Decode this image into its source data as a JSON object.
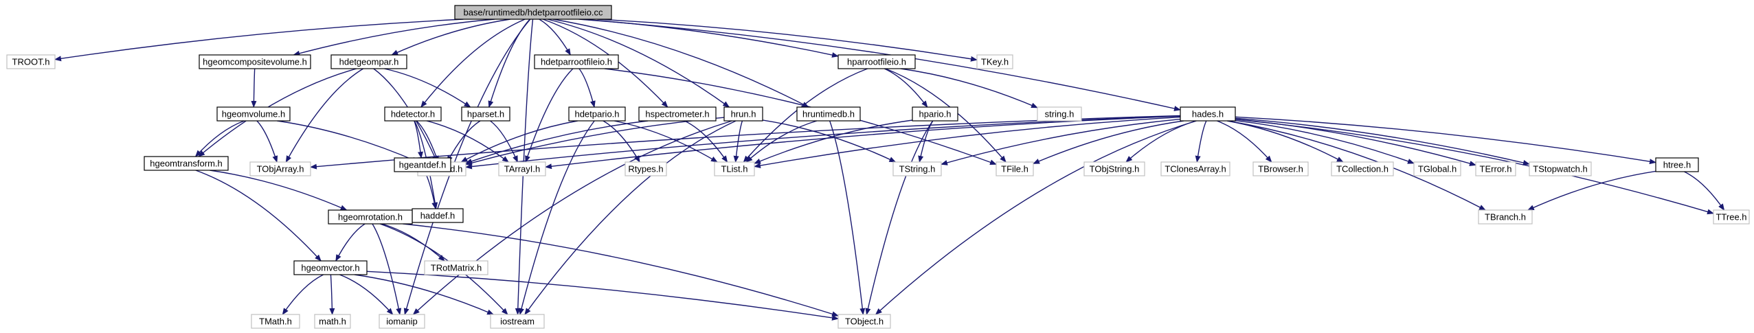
{
  "colors": {
    "edge": "#191970",
    "documented_border": "#000000",
    "external_border": "#c0c0c0",
    "root_fill": "#bfbfbf",
    "background": "#ffffff"
  },
  "nodes": [
    {
      "id": "root",
      "label": "base/runtimedb/hdetparrootfileio.cc",
      "kind": "root"
    },
    {
      "id": "TROOT",
      "label": "TROOT.h",
      "kind": "external"
    },
    {
      "id": "hgeomcomposite",
      "label": "hgeomcompositevolume.h",
      "kind": "documented"
    },
    {
      "id": "hdetgeompar",
      "label": "hdetgeompar.h",
      "kind": "documented"
    },
    {
      "id": "hdetparrootfileio",
      "label": "hdetparrootfileio.h",
      "kind": "documented"
    },
    {
      "id": "hparrootfileio",
      "label": "hparrootfileio.h",
      "kind": "documented"
    },
    {
      "id": "TKey",
      "label": "TKey.h",
      "kind": "external"
    },
    {
      "id": "hgeomvolume",
      "label": "hgeomvolume.h",
      "kind": "documented"
    },
    {
      "id": "hdetector",
      "label": "hdetector.h",
      "kind": "documented"
    },
    {
      "id": "hparset",
      "label": "hparset.h",
      "kind": "documented"
    },
    {
      "id": "hdetpario",
      "label": "hdetpario.h",
      "kind": "documented"
    },
    {
      "id": "hspectrometer",
      "label": "hspectrometer.h",
      "kind": "documented"
    },
    {
      "id": "hrun",
      "label": "hrun.h",
      "kind": "documented"
    },
    {
      "id": "hruntimedb",
      "label": "hruntimedb.h",
      "kind": "documented"
    },
    {
      "id": "hpario",
      "label": "hpario.h",
      "kind": "documented"
    },
    {
      "id": "string",
      "label": "string.h",
      "kind": "external"
    },
    {
      "id": "hades",
      "label": "hades.h",
      "kind": "documented"
    },
    {
      "id": "hgeomtransform",
      "label": "hgeomtransform.h",
      "kind": "documented"
    },
    {
      "id": "TObjArray",
      "label": "TObjArray.h",
      "kind": "external"
    },
    {
      "id": "TNamed",
      "label": "TNamed.h",
      "kind": "external"
    },
    {
      "id": "hgeantdef",
      "label": "hgeantdef.h",
      "kind": "documented"
    },
    {
      "id": "TArrayI",
      "label": "TArrayI.h",
      "kind": "external"
    },
    {
      "id": "Rtypes",
      "label": "Rtypes.h",
      "kind": "external"
    },
    {
      "id": "TList",
      "label": "TList.h",
      "kind": "external"
    },
    {
      "id": "TString",
      "label": "TString.h",
      "kind": "external"
    },
    {
      "id": "TFile",
      "label": "TFile.h",
      "kind": "external"
    },
    {
      "id": "TObjString",
      "label": "TObjString.h",
      "kind": "external"
    },
    {
      "id": "TClonesArray",
      "label": "TClonesArray.h",
      "kind": "external"
    },
    {
      "id": "TBrowser",
      "label": "TBrowser.h",
      "kind": "external"
    },
    {
      "id": "TCollection",
      "label": "TCollection.h",
      "kind": "external"
    },
    {
      "id": "TGlobal",
      "label": "TGlobal.h",
      "kind": "external"
    },
    {
      "id": "TError",
      "label": "TError.h",
      "kind": "external"
    },
    {
      "id": "TStopwatch",
      "label": "TStopwatch.h",
      "kind": "external"
    },
    {
      "id": "htree",
      "label": "htree.h",
      "kind": "documented"
    },
    {
      "id": "haddef",
      "label": "haddef.h",
      "kind": "documented"
    },
    {
      "id": "hgeomrotation",
      "label": "hgeomrotation.h",
      "kind": "documented"
    },
    {
      "id": "TBranch",
      "label": "TBranch.h",
      "kind": "external"
    },
    {
      "id": "TTree",
      "label": "TTree.h",
      "kind": "external"
    },
    {
      "id": "hgeomvector",
      "label": "hgeomvector.h",
      "kind": "documented"
    },
    {
      "id": "TRotMatrix",
      "label": "TRotMatrix.h",
      "kind": "external"
    },
    {
      "id": "TMath",
      "label": "TMath.h",
      "kind": "external"
    },
    {
      "id": "math",
      "label": "math.h",
      "kind": "external"
    },
    {
      "id": "iomanip",
      "label": "iomanip",
      "kind": "external"
    },
    {
      "id": "iostream",
      "label": "iostream",
      "kind": "external"
    },
    {
      "id": "TObject",
      "label": "TObject.h",
      "kind": "external"
    }
  ],
  "edges": [
    [
      "root",
      "TROOT"
    ],
    [
      "root",
      "hgeomcomposite"
    ],
    [
      "root",
      "hdetgeompar"
    ],
    [
      "root",
      "hdetparrootfileio"
    ],
    [
      "root",
      "hparrootfileio"
    ],
    [
      "root",
      "TKey"
    ],
    [
      "root",
      "hdetector"
    ],
    [
      "root",
      "hparset"
    ],
    [
      "root",
      "hspectrometer"
    ],
    [
      "root",
      "hrun"
    ],
    [
      "root",
      "hruntimedb"
    ],
    [
      "root",
      "hades"
    ],
    [
      "root",
      "iomanip"
    ],
    [
      "root",
      "iostream"
    ],
    [
      "hgeomcomposite",
      "hgeomvolume"
    ],
    [
      "hdetgeompar",
      "hgeomtransform"
    ],
    [
      "hdetgeompar",
      "TObjArray"
    ],
    [
      "hdetgeompar",
      "TNamed"
    ],
    [
      "hdetgeompar",
      "hparset"
    ],
    [
      "hdetparrootfileio",
      "hdetpario"
    ],
    [
      "hdetparrootfileio",
      "TArrayI"
    ],
    [
      "hdetparrootfileio",
      "TFile"
    ],
    [
      "hparrootfileio",
      "string"
    ],
    [
      "hparrootfileio",
      "hpario"
    ],
    [
      "hparrootfileio",
      "TFile"
    ],
    [
      "hparrootfileio",
      "TList"
    ],
    [
      "hgeomvolume",
      "hgeomtransform"
    ],
    [
      "hgeomvolume",
      "TObjArray"
    ],
    [
      "hgeomvolume",
      "TNamed"
    ],
    [
      "hdetector",
      "TNamed"
    ],
    [
      "hdetector",
      "hgeantdef"
    ],
    [
      "hdetector",
      "TArrayI"
    ],
    [
      "hdetector",
      "haddef"
    ],
    [
      "hparset",
      "TNamed"
    ],
    [
      "hparset",
      "TArrayI"
    ],
    [
      "hdetpario",
      "TNamed"
    ],
    [
      "hdetpario",
      "Rtypes"
    ],
    [
      "hdetpario",
      "TList"
    ],
    [
      "hdetpario",
      "iostream"
    ],
    [
      "hspectrometer",
      "TNamed"
    ],
    [
      "hspectrometer",
      "TList"
    ],
    [
      "hrun",
      "TNamed"
    ],
    [
      "hrun",
      "TList"
    ],
    [
      "hrun",
      "TString"
    ],
    [
      "hrun",
      "iomanip"
    ],
    [
      "hrun",
      "iostream"
    ],
    [
      "hruntimedb",
      "TList"
    ],
    [
      "hruntimedb",
      "TObject"
    ],
    [
      "hpario",
      "TList"
    ],
    [
      "hpario",
      "TString"
    ],
    [
      "hpario",
      "TObject"
    ],
    [
      "hades",
      "TNamed"
    ],
    [
      "hades",
      "TObjArray"
    ],
    [
      "hades",
      "TArrayI"
    ],
    [
      "hades",
      "TList"
    ],
    [
      "hades",
      "TString"
    ],
    [
      "hades",
      "TFile"
    ],
    [
      "hades",
      "TObjString"
    ],
    [
      "hades",
      "TClonesArray"
    ],
    [
      "hades",
      "TBrowser"
    ],
    [
      "hades",
      "TCollection"
    ],
    [
      "hades",
      "TGlobal"
    ],
    [
      "hades",
      "TError"
    ],
    [
      "hades",
      "TStopwatch"
    ],
    [
      "hades",
      "htree"
    ],
    [
      "hades",
      "TBranch"
    ],
    [
      "hades",
      "TTree"
    ],
    [
      "hades",
      "TObject"
    ],
    [
      "hgeomtransform",
      "hgeomrotation"
    ],
    [
      "hgeomtransform",
      "hgeomvector"
    ],
    [
      "hgeantdef",
      "haddef"
    ],
    [
      "hgeomrotation",
      "hgeomvector"
    ],
    [
      "hgeomrotation",
      "TRotMatrix"
    ],
    [
      "hgeomrotation",
      "iomanip"
    ],
    [
      "hgeomrotation",
      "iostream"
    ],
    [
      "hgeomrotation",
      "TObject"
    ],
    [
      "hgeomvector",
      "TMath"
    ],
    [
      "hgeomvector",
      "math"
    ],
    [
      "hgeomvector",
      "iomanip"
    ],
    [
      "hgeomvector",
      "iostream"
    ],
    [
      "hgeomvector",
      "TObject"
    ],
    [
      "htree",
      "TBranch"
    ],
    [
      "htree",
      "TTree"
    ]
  ]
}
